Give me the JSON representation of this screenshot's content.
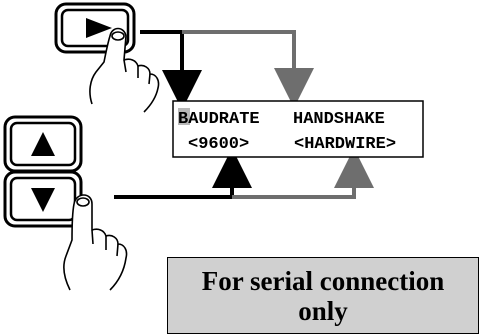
{
  "display": {
    "line1_label1": "BAUDRATE",
    "line1_label2": "HANDSHAKE",
    "line2_value1": "<9600>",
    "line2_value2": "<HARDWIRE>",
    "cursor_color": "#b8b8b8"
  },
  "buttons": {
    "right": {
      "icon": "play-right-triangle-icon"
    },
    "up": {
      "icon": "up-triangle-icon"
    },
    "down": {
      "icon": "down-triangle-icon"
    }
  },
  "arrows": {
    "primary_color": "#000000",
    "secondary_color": "#6e6e6e"
  },
  "note": {
    "line1": "For serial connection",
    "line2": "only",
    "background": "#d0d0d0"
  }
}
